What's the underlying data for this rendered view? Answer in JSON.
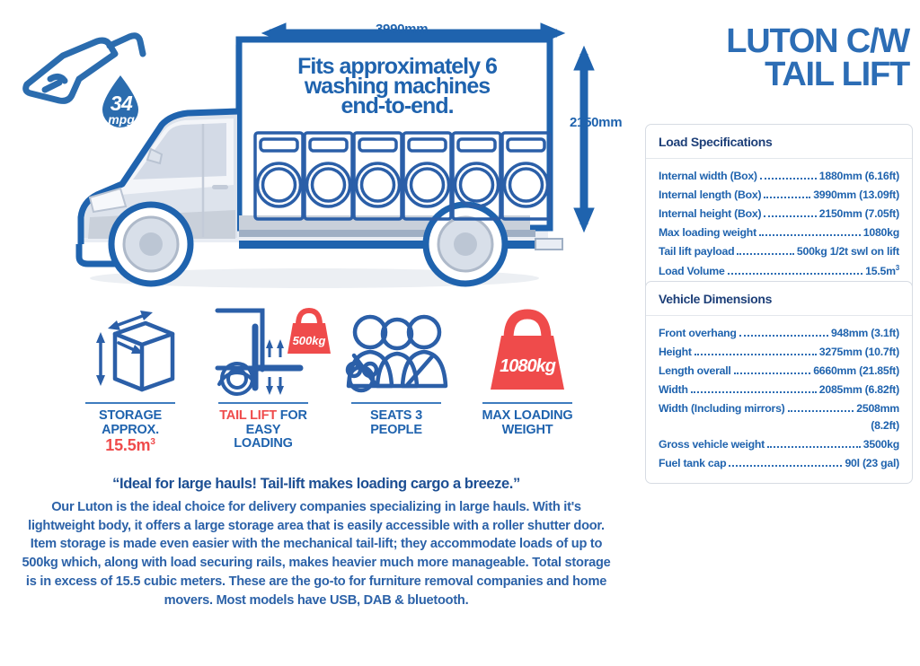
{
  "title": {
    "line1": "LUTON C/W",
    "line2": "TAIL LIFT"
  },
  "badge": {
    "mpg_value": "34",
    "mpg_unit": "mpg",
    "icon": "fuel-pump-icon"
  },
  "van": {
    "callout": "Fits approximately 6 washing machines end-to-end.",
    "callout_lines": [
      "Fits approximately 6",
      "washing machines",
      "end-to-end."
    ],
    "length_label": "3990mm",
    "height_label": "2150mm",
    "cargo_item_count": 6,
    "cargo_item": "washing-machine"
  },
  "features": [
    {
      "icon": "storage-box-icon",
      "label_lines": [
        "STORAGE",
        "APPROX.",
        "15.5m3"
      ],
      "line1": "STORAGE",
      "line2": "APPROX.",
      "value": "15.5m",
      "value_sup": "3",
      "value_color": "#EF4B4B"
    },
    {
      "icon": "tail-lift-icon",
      "badge": "500kg",
      "line1_red": "TAIL LIFT",
      "line1_rest": " FOR",
      "line2": "EASY",
      "line3": "LOADING"
    },
    {
      "icon": "three-people-icon",
      "line1": "SEATS 3",
      "line2": "PEOPLE"
    },
    {
      "icon": "weight-icon",
      "badge": "1080kg",
      "line1": "MAX LOADING",
      "line2": "WEIGHT"
    }
  ],
  "copy": {
    "quote": "“Ideal for large hauls! Tail-lift makes loading cargo a breeze.”",
    "body": "Our Luton is the ideal choice for delivery companies specializing in large hauls. With it's lightweight body, it offers a large storage area that is easily accessible with a roller shutter door. Item storage is made even easier with the mechanical tail-lift; they accommodate loads of up to 500kg which, along with load securing rails, makes heavier much more manageable. Total storage is in excess of 15.5 cubic meters. These are the go-to for furniture removal companies and home movers. Most models have USB, DAB & bluetooth."
  },
  "cards": [
    {
      "heading": "Load Specifications",
      "rows": [
        {
          "label": "Internal width (Box)",
          "value": "1880mm (6.16ft)"
        },
        {
          "label": "Internal length (Box)",
          "value": "3990mm (13.09ft)"
        },
        {
          "label": "Internal height (Box)",
          "value": "2150mm (7.05ft)"
        },
        {
          "label": "Max loading weight",
          "value": "1080kg"
        },
        {
          "label": "Tail lift payload",
          "value": "500kg 1/2t swl on lift"
        },
        {
          "label": "Load Volume",
          "value": "15.5m",
          "sup": "3"
        }
      ]
    },
    {
      "heading": "Vehicle Dimensions",
      "rows": [
        {
          "label": "Front overhang",
          "value": "948mm (3.1ft)"
        },
        {
          "label": "Height",
          "value": "3275mm (10.7ft)"
        },
        {
          "label": "Length overall",
          "value": "6660mm (21.85ft)"
        },
        {
          "label": "Width",
          "value": "2085mm (6.82ft)"
        },
        {
          "label": "Width (Including mirrors)",
          "value": "2508mm",
          "cont": "(8.2ft)"
        },
        {
          "label": "Gross vehicle weight",
          "value": "3500kg"
        },
        {
          "label": "Fuel tank cap",
          "value": "90l (23 gal)"
        }
      ]
    }
  ],
  "colors": {
    "brand_blue": "#1F63AE",
    "title_blue": "#2C6DB5",
    "dark_navy": "#1D3F78",
    "accent_red": "#EF4B4B",
    "card_border": "#D7DCE3"
  }
}
